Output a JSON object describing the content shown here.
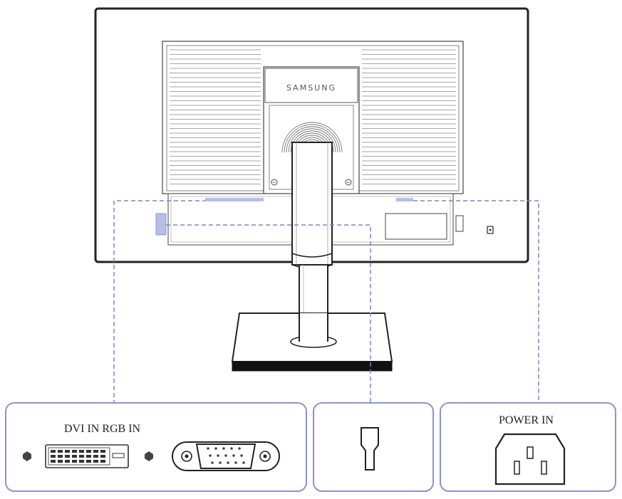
{
  "product": {
    "brand": "SAMSUNG"
  },
  "panels": {
    "video": {
      "label": "DVI IN RGB IN",
      "ports": [
        "dvi-port",
        "vga-port"
      ],
      "icons": [
        "screw-hole-icon",
        "dvi-port-icon",
        "vga-port-icon"
      ]
    },
    "middle": {
      "icons": [
        "connector-slot-icon"
      ]
    },
    "power": {
      "label": "POWER IN",
      "icons": [
        "power-socket-icon"
      ]
    }
  },
  "colors": {
    "callout_line": "#7b86c8",
    "panel_border": "#8a93cf",
    "port_highlight": "#b8bde8",
    "outline": "#222222"
  }
}
